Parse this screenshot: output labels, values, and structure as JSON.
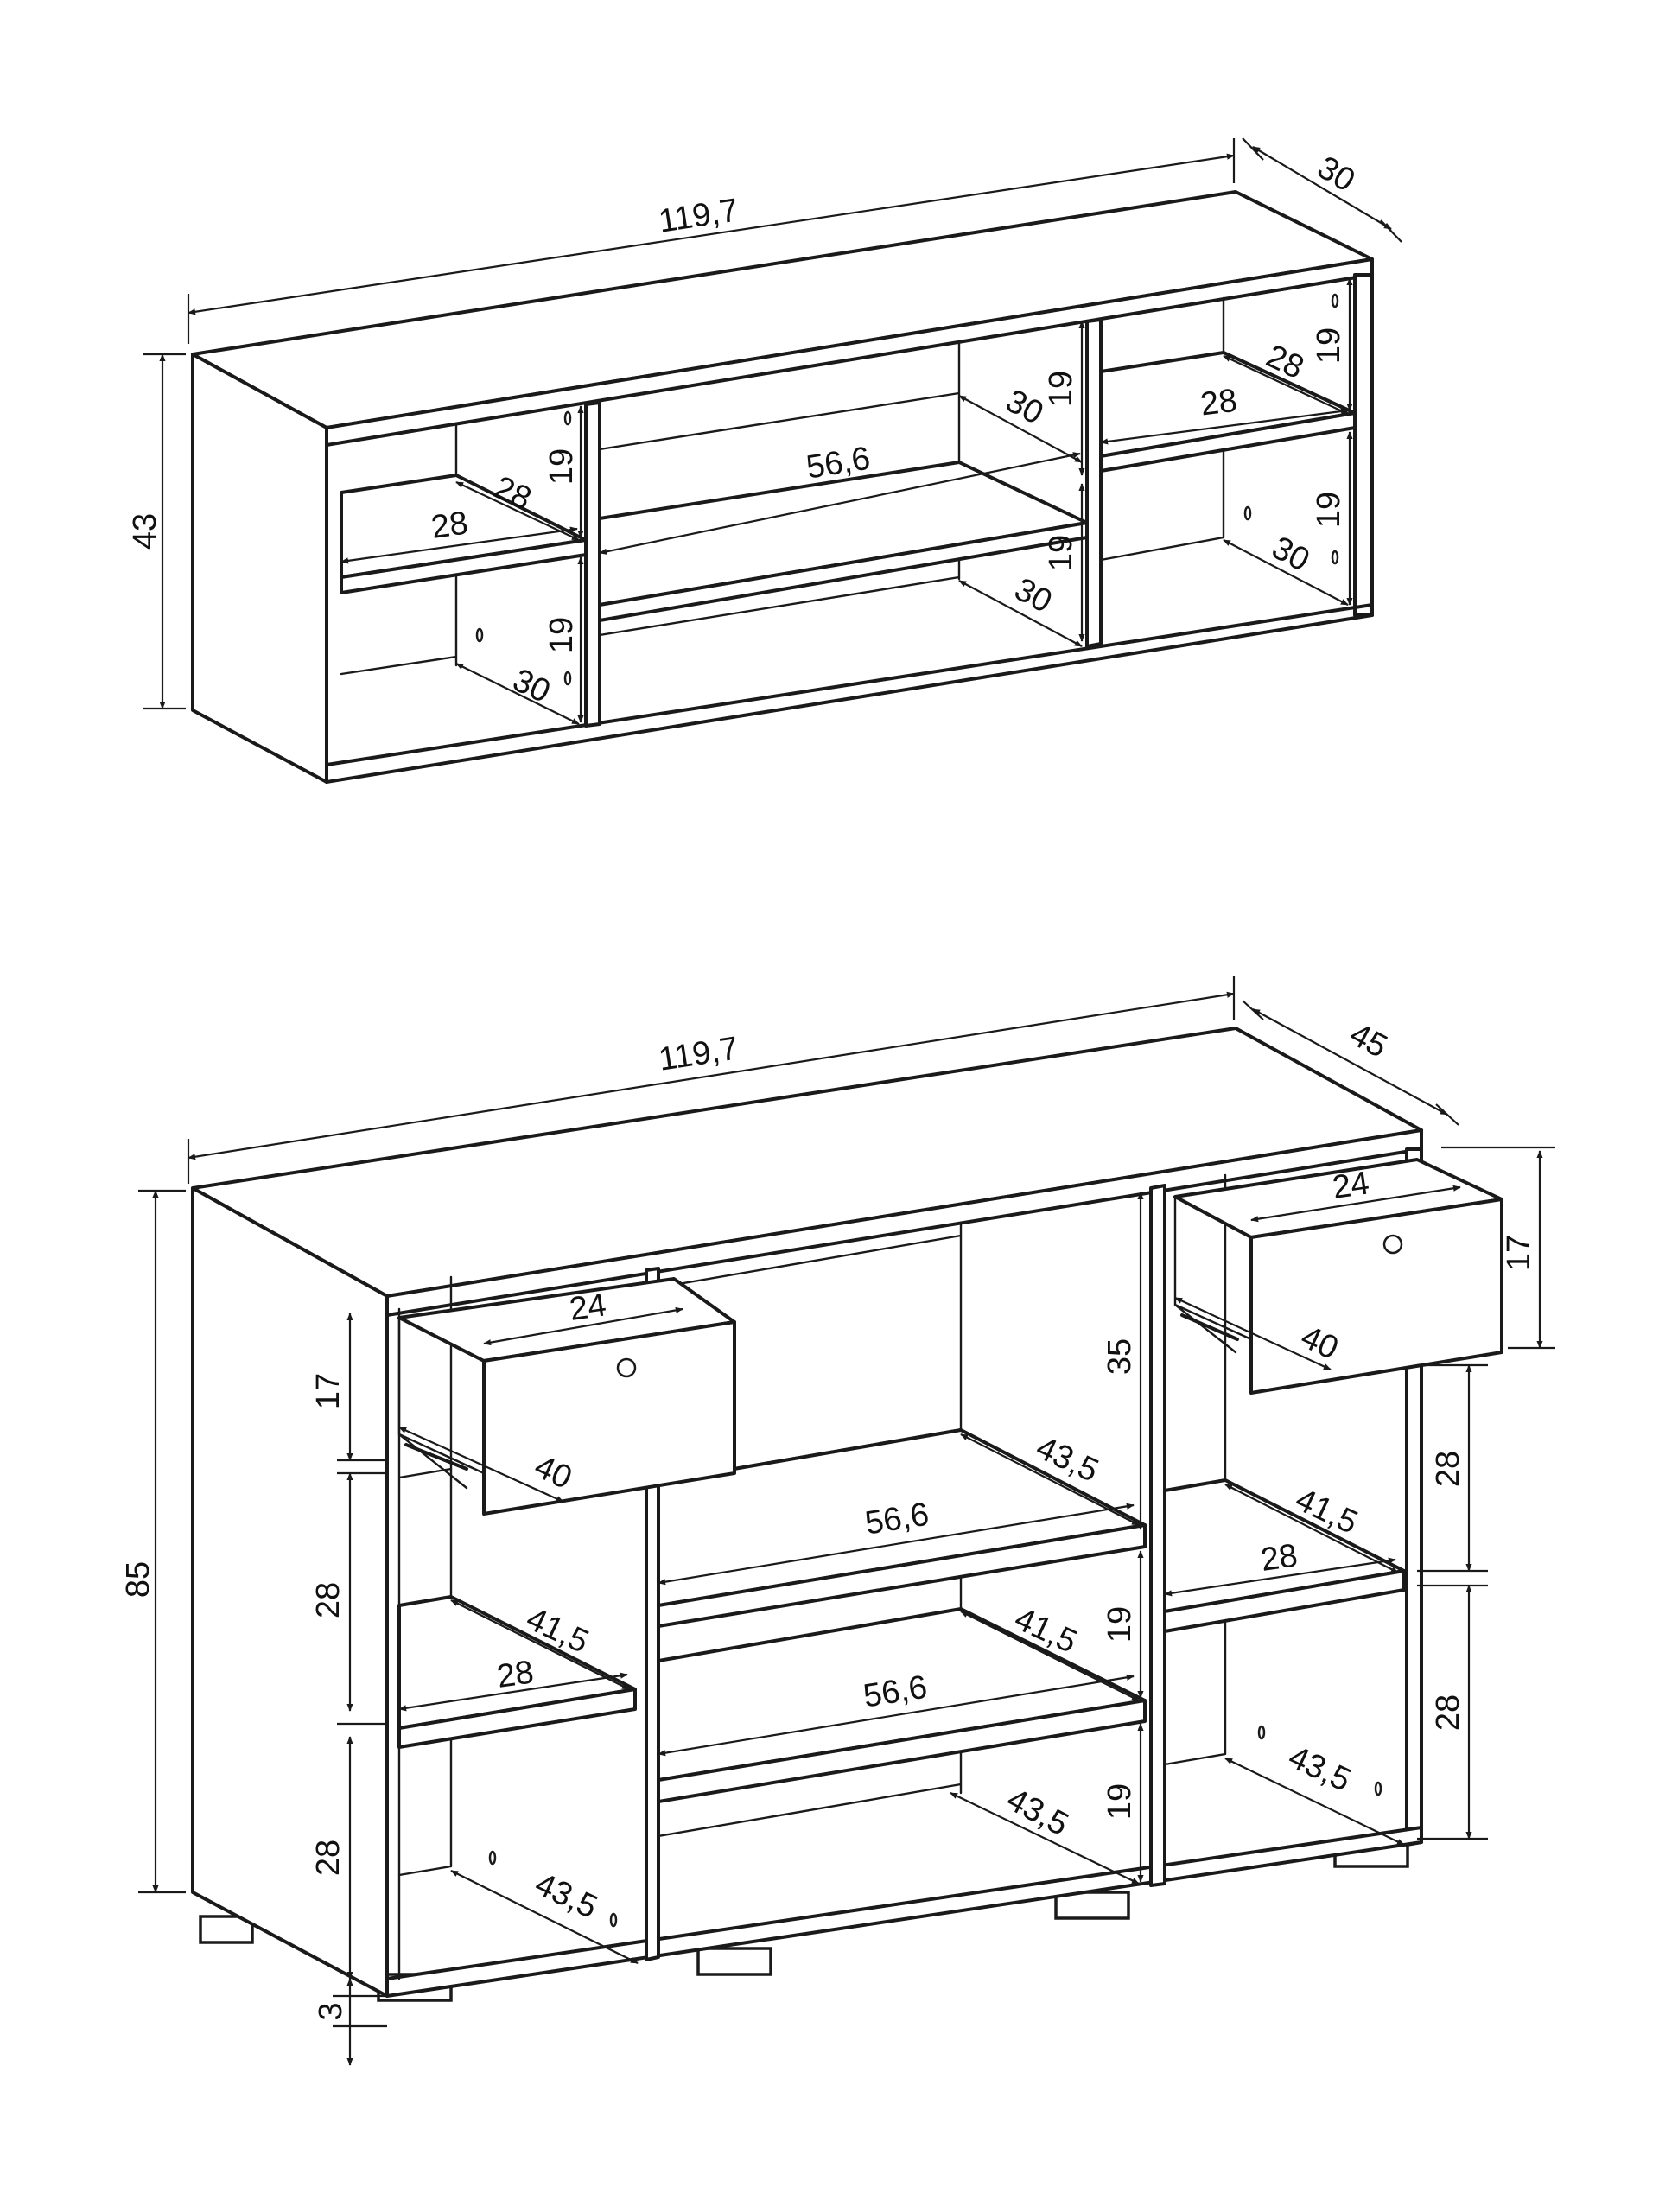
{
  "colors": {
    "line": "#1a1a1a",
    "background": "#ffffff"
  },
  "shelf_unit": {
    "width": "119,7",
    "depth": "30",
    "height": "43",
    "left_compartment": {
      "inner_width": "28",
      "inner_depth_upper": "28",
      "inner_depth_lower": "30",
      "upper_height": "19",
      "lower_height": "19"
    },
    "center_compartment": {
      "inner_width": "56,6",
      "inner_depth_upper": "30",
      "inner_depth_lower": "30",
      "upper_height": "19",
      "lower_height": "19"
    },
    "right_compartment": {
      "inner_width": "28",
      "inner_depth_upper": "28",
      "inner_depth_lower": "30",
      "upper_height": "19",
      "lower_height": "19"
    }
  },
  "sideboard": {
    "width": "119,7",
    "depth": "45",
    "height": "85",
    "leg_height": "3",
    "left_column": {
      "drawer_width": "24",
      "drawer_depth": "40",
      "drawer_height": "17",
      "shelf_width": "28",
      "shelf_depth": "41,5",
      "bottom_depth": "43,5",
      "middle_height": "28",
      "bottom_height": "28"
    },
    "center_column": {
      "top_height": "35",
      "top_depth": "43,5",
      "shelf_width_upper": "56,6",
      "shelf_width_lower": "56,6",
      "shelf_depth": "41,5",
      "bottom_depth": "43,5",
      "middle_height": "19",
      "bottom_height": "19"
    },
    "right_column": {
      "drawer_width": "24",
      "drawer_depth": "40",
      "drawer_height": "17",
      "shelf_width": "28",
      "shelf_depth": "41,5",
      "bottom_depth": "43,5",
      "middle_height": "28",
      "bottom_height": "28"
    }
  }
}
